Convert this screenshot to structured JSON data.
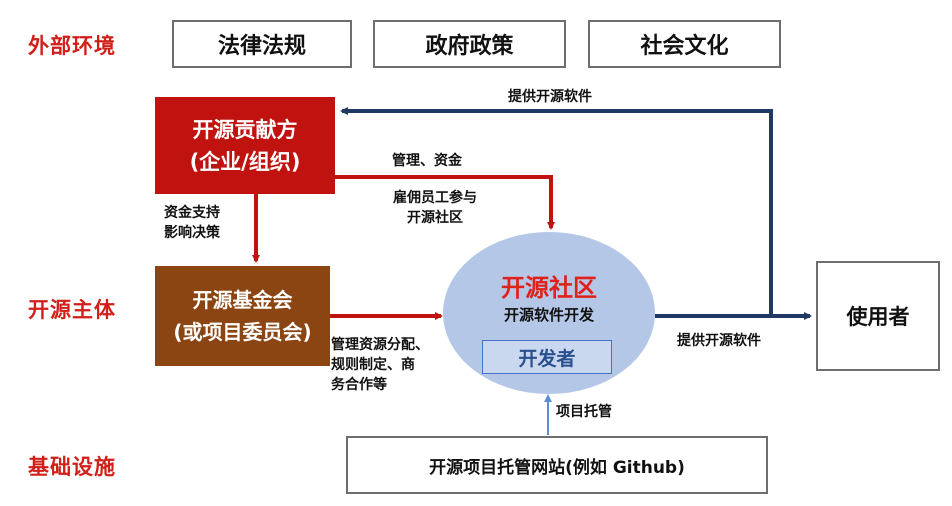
{
  "layers": {
    "external": "外部环境",
    "subject": "开源主体",
    "infrastructure": "基础设施"
  },
  "external_boxes": [
    "法律法规",
    "政府政策",
    "社会文化"
  ],
  "contributor": {
    "line1": "开源贡献方",
    "line2": "(企业/组织)"
  },
  "foundation": {
    "line1": "开源基金会",
    "line2": "(或项目委员会)"
  },
  "community": {
    "title": "开源社区",
    "subtitle": "开源软件开发",
    "developer": "开发者"
  },
  "user": "使用者",
  "hosting": "开源项目托管网站(例如 Github)",
  "arrow_labels": {
    "provide_top": "提供开源软件",
    "manage_fund": "管理、资金",
    "hire": [
      "雇佣员工参与",
      "开源社区"
    ],
    "fund_support": [
      "资金支持",
      "影响决策"
    ],
    "foundation_roles": [
      "管理资源分配、",
      "规则制定、商",
      "务合作等"
    ],
    "provide_right": "提供开源软件",
    "hosting_arrow": "项目托管"
  },
  "colors": {
    "red": "#c0120f",
    "brown": "#8b4513",
    "navy": "#1f3864",
    "ellipse": "#b4c7e7",
    "label_red": "#d0201a",
    "hosting_arrow": "#5b8fd0"
  }
}
